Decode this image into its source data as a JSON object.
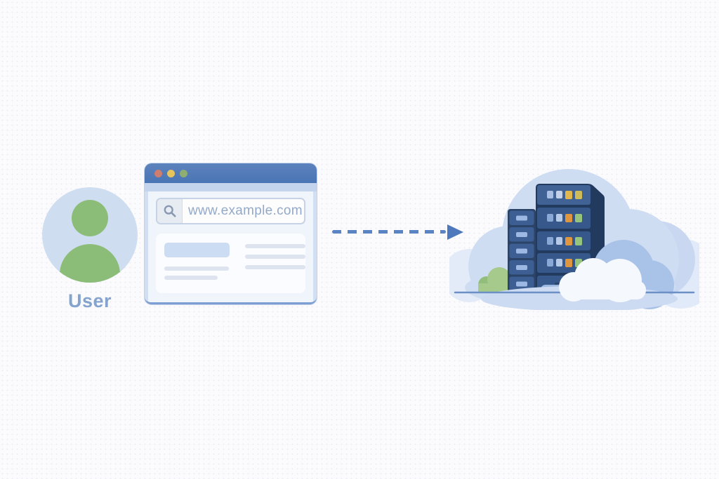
{
  "scene": {
    "description": "User sending a request from a browser to a cloud data center",
    "background_color": "#fbfbfd"
  },
  "user": {
    "label": "User",
    "colors": {
      "circle": "#cfddf1",
      "person": "#8cbd78",
      "label_text": "#84a3cd"
    }
  },
  "browser": {
    "url": "www.example.com",
    "window_dots": [
      "#cf7d6e",
      "#e7c55c",
      "#8fae71"
    ],
    "colors": {
      "titlebar": "#4a74b4",
      "frame": "#d2def1",
      "body": "#f0f4fb",
      "url_text": "#93a9c9",
      "skeleton_block": "#ccdcf2",
      "skeleton_line": "#dee4ef"
    },
    "skeleton": {
      "left_blocks": 1,
      "left_lines": 2,
      "right_lines": 3
    }
  },
  "arrow": {
    "style": "dashed",
    "direction": "right",
    "color": "#5b84c4"
  },
  "datacenter": {
    "racks": [
      {
        "name": "small-rack",
        "units": 5,
        "front_color": "#3d5e92",
        "vent_color": "#9cb8e3"
      },
      {
        "name": "main-rack",
        "units": 5,
        "front_color": "#36588b",
        "side_color": "#223a5e",
        "indicator_rows": 4
      }
    ],
    "indicator_colors": {
      "top_row": [
        "#a9c0e4",
        "#c3d2ea",
        "#e2b84e",
        "#cdbc58"
      ],
      "other_rows": [
        "#8aa8d6",
        "#b5c9e8",
        "#e0953f",
        "#97c47c"
      ]
    },
    "environment_colors": {
      "big_cloud": "#cfddf2",
      "medium_cloud": "#a9c2e8",
      "light_cloud": "#c9d8f0",
      "far_cloud": "#e1eaf8",
      "white_cloud": "#f5f8fd",
      "bush": "#a6ca8b",
      "ground_line": "#6b8fc7"
    }
  }
}
